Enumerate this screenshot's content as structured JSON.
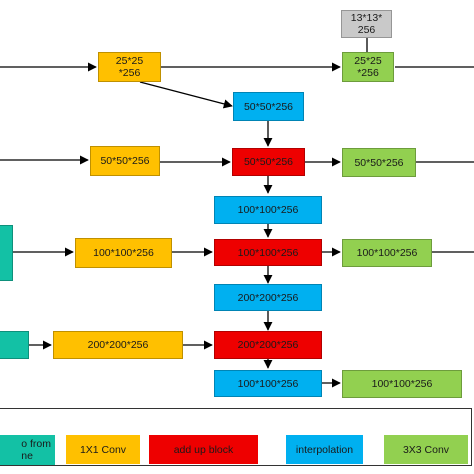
{
  "colors": {
    "teal": "#13c1a5",
    "orange": "#ffc000",
    "red": "#ee0000",
    "blue": "#00b0f0",
    "green": "#92d050",
    "gray": "#c9c9c9",
    "line": "#000000"
  },
  "diagram": {
    "top_gray": "13*13*\n256",
    "row1": {
      "orange": "25*25\n*256",
      "green": "25*25\n*256"
    },
    "row2": {
      "blue": "50*50*256"
    },
    "row3": {
      "orange": "50*50*256",
      "red": "50*50*256",
      "green": "50*50*256"
    },
    "row4": {
      "blue": "100*100*256"
    },
    "row5": {
      "orange": "100*100*256",
      "red": "100*100*256",
      "green": "100*100*256"
    },
    "row6": {
      "blue": "200*200*256"
    },
    "row7": {
      "orange": "200*200*256",
      "red": "200*200*256"
    },
    "row8": {
      "blue": "100*100*256",
      "green": "100*100*256"
    }
  },
  "legend": {
    "teal_label": "o from\nne",
    "orange_label": "1X1 Conv",
    "red_label": "add up block",
    "blue_label": "interpolation",
    "green_label": "3X3 Conv"
  }
}
